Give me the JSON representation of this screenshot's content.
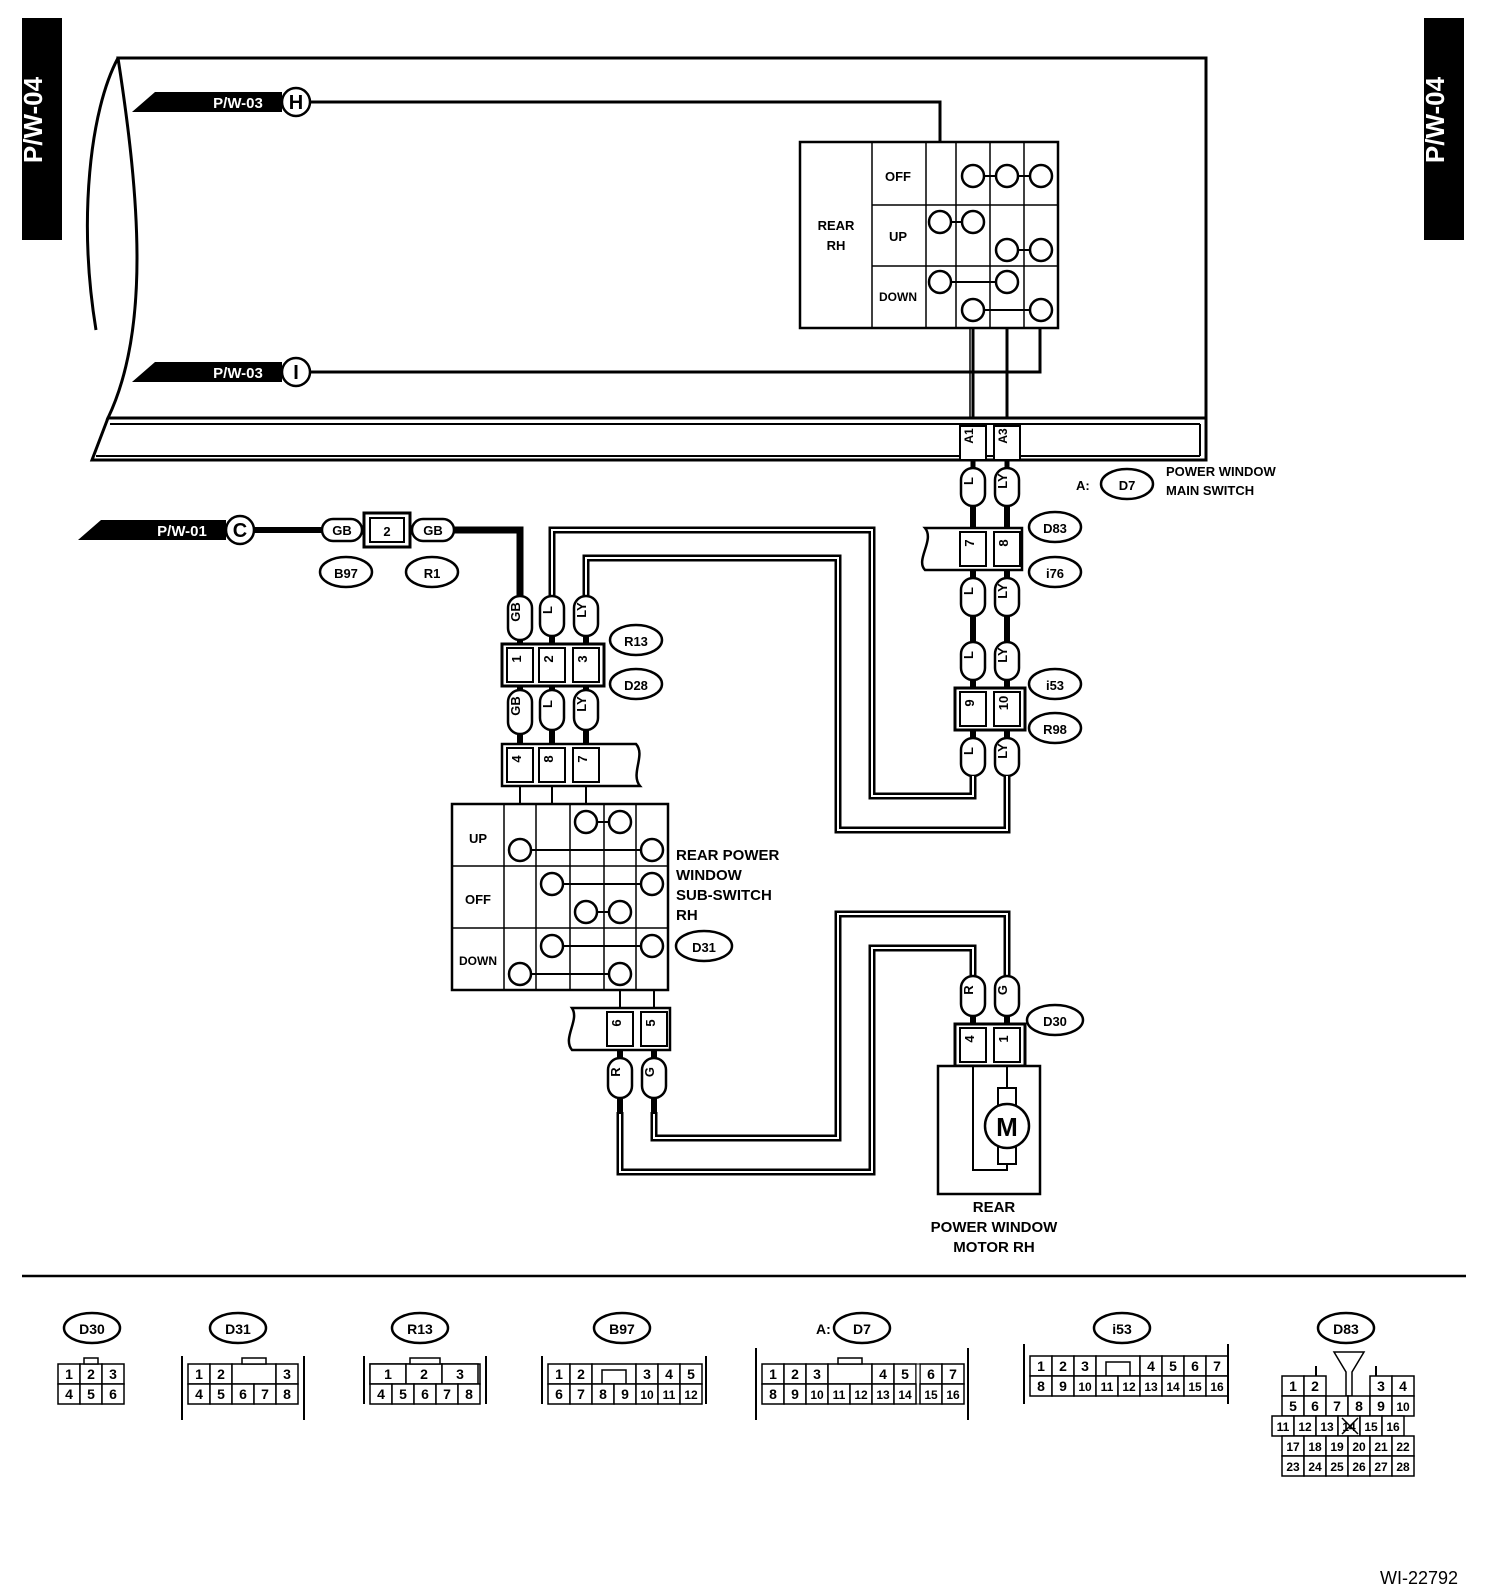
{
  "page_tag": "P/W-04",
  "figure_id": "WI-22792",
  "refs": {
    "h": "P/W-03",
    "i": "P/W-03",
    "c": "P/W-01",
    "h_letter": "H",
    "i_letter": "I",
    "c_letter": "C"
  },
  "main_switch": {
    "side": "REAR\nRH",
    "side_l1": "REAR",
    "side_l2": "RH",
    "rows": [
      "OFF",
      "UP",
      "DOWN"
    ],
    "connector_prefix": "A:",
    "connector": "D7",
    "name_l1": "POWER WINDOW",
    "name_l2": "MAIN SWITCH",
    "pins": [
      "A1",
      "A3"
    ],
    "wires": [
      "L",
      "LY"
    ]
  },
  "d83": {
    "conn_top": "D83",
    "conn_bot": "i76",
    "pins": [
      "7",
      "8"
    ],
    "wires": [
      "L",
      "LY"
    ]
  },
  "i53": {
    "conn_top": "i53",
    "conn_bot": "R98",
    "pins": [
      "9",
      "10"
    ],
    "wires_top": [
      "L",
      "LY"
    ],
    "wires_bot": [
      "L",
      "LY"
    ]
  },
  "b97": {
    "wire_l": "GB",
    "pin": "2",
    "wire_r": "GB",
    "conn_l": "B97",
    "conn_r": "R1"
  },
  "r13": {
    "conn_top": "R13",
    "conn_bot": "D28",
    "wires_top": [
      "GB",
      "L",
      "LY"
    ],
    "pins": [
      "1",
      "2",
      "3"
    ],
    "wires_bot": [
      "GB",
      "L",
      "LY"
    ]
  },
  "sub_switch": {
    "pins_top": [
      "4",
      "8",
      "7"
    ],
    "rows": [
      "UP",
      "OFF",
      "DOWN"
    ],
    "name_l1": "REAR POWER",
    "name_l2": "WINDOW",
    "name_l3": "SUB-SWITCH",
    "name_l4": "RH",
    "connector": "D31",
    "pins_bot": [
      "6",
      "5"
    ],
    "wires_bot": [
      "R",
      "G"
    ]
  },
  "motor": {
    "connector": "D30",
    "wires": [
      "R",
      "G"
    ],
    "pins": [
      "4",
      "1"
    ],
    "symbol": "M",
    "name_l1": "REAR",
    "name_l2": "POWER WINDOW",
    "name_l3": "MOTOR RH"
  },
  "footer_connectors": {
    "d30": {
      "name": "D30",
      "row1": [
        "1",
        "2",
        "3"
      ],
      "row2": [
        "4",
        "5",
        "6"
      ]
    },
    "d31": {
      "name": "D31",
      "row1": [
        "1",
        "2",
        "3"
      ],
      "row2": [
        "4",
        "5",
        "6",
        "7",
        "8"
      ]
    },
    "r13": {
      "name": "R13",
      "row1": [
        "1",
        "2",
        "3"
      ],
      "row2": [
        "4",
        "5",
        "6",
        "7",
        "8"
      ]
    },
    "b97": {
      "name": "B97",
      "row1": [
        "1",
        "2",
        "3",
        "4",
        "5"
      ],
      "row2": [
        "6",
        "7",
        "8",
        "9",
        "10",
        "11",
        "12"
      ]
    },
    "d7": {
      "prefix": "A:",
      "name": "D7",
      "row1": [
        "1",
        "2",
        "3",
        "4",
        "5",
        "6",
        "7"
      ],
      "row2": [
        "8",
        "9",
        "10",
        "11",
        "12",
        "13",
        "14",
        "15",
        "16"
      ]
    },
    "i53": {
      "name": "i53",
      "row1": [
        "1",
        "2",
        "3",
        "4",
        "5",
        "6",
        "7"
      ],
      "row2": [
        "8",
        "9",
        "10",
        "11",
        "12",
        "13",
        "14",
        "15",
        "16"
      ]
    },
    "d83": {
      "name": "D83",
      "row1": [
        "1",
        "2",
        "3",
        "4"
      ],
      "row2": [
        "5",
        "6",
        "7",
        "8",
        "9",
        "10"
      ],
      "row3": [
        "11",
        "12",
        "13",
        "14",
        "15",
        "16"
      ],
      "row4": [
        "17",
        "18",
        "19",
        "20",
        "21",
        "22"
      ],
      "row5": [
        "23",
        "24",
        "25",
        "26",
        "27",
        "28"
      ]
    }
  }
}
